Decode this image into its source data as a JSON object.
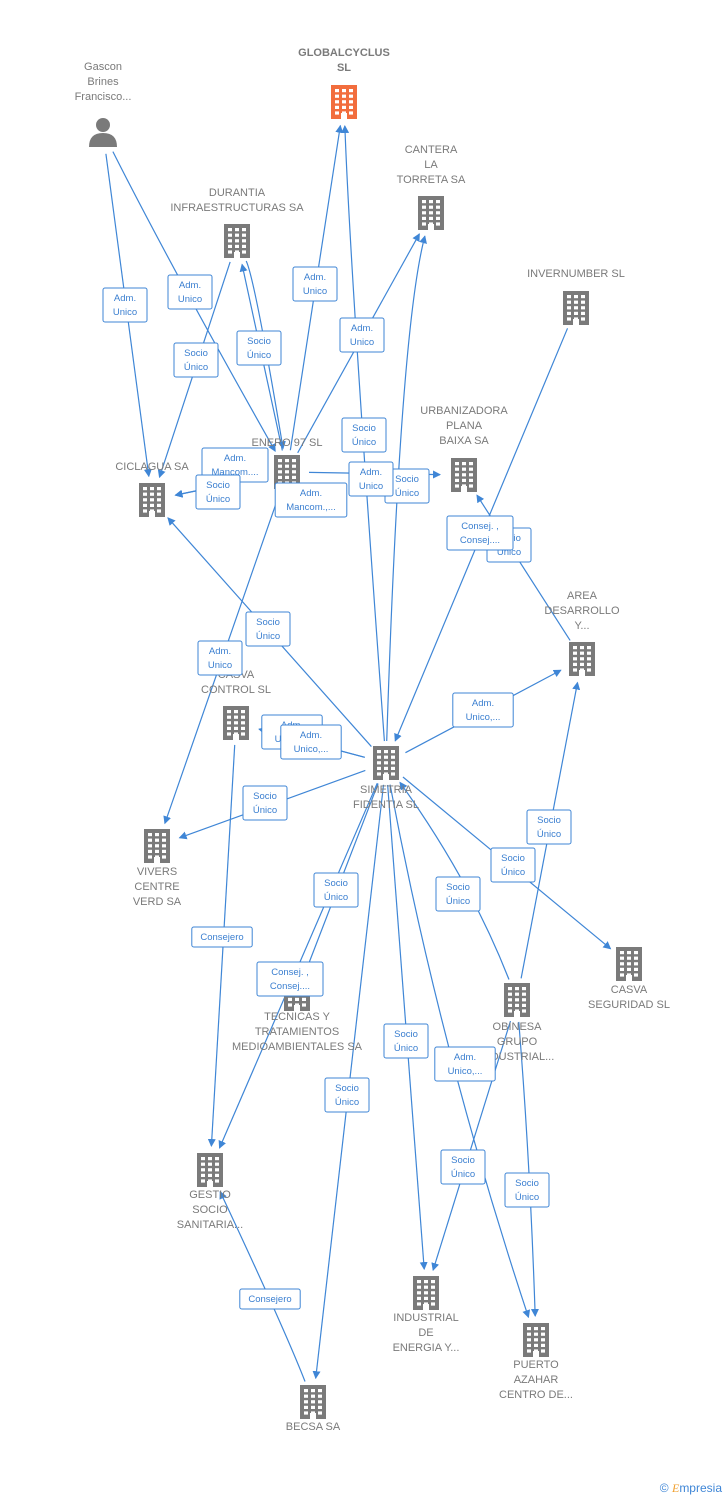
{
  "colors": {
    "edge": "#3f86d6",
    "node": "#7a7a7a",
    "highlight": "#f26d3d"
  },
  "nodes": [
    {
      "id": "globalcyclus",
      "lines": [
        "GLOBALCYCLUS",
        "SL"
      ],
      "icon": "building-icon",
      "highlight": true
    },
    {
      "id": "gascon",
      "lines": [
        "Gascon",
        "Brines",
        "Francisco..."
      ],
      "icon": "person-icon"
    },
    {
      "id": "cantera",
      "lines": [
        "CANTERA",
        "LA",
        "TORRETA SA"
      ],
      "icon": "building-icon"
    },
    {
      "id": "durantia",
      "lines": [
        "DURANTIA",
        "INFRAESTRUCTURAS SA"
      ],
      "icon": "building-icon"
    },
    {
      "id": "invernumber",
      "lines": [
        "INVERNUMBER SL"
      ],
      "icon": "building-icon"
    },
    {
      "id": "urbanizadora",
      "lines": [
        "URBANIZADORA",
        "PLANA",
        "BAIXA SA"
      ],
      "icon": "building-icon"
    },
    {
      "id": "enero97",
      "lines": [
        "ENERO 97  SL"
      ],
      "icon": "building-icon"
    },
    {
      "id": "ciclagua",
      "lines": [
        "CICLAGUA SA"
      ],
      "icon": "building-icon"
    },
    {
      "id": "area",
      "lines": [
        "AREA",
        "DESARROLLO",
        "Y..."
      ],
      "icon": "building-icon"
    },
    {
      "id": "casvacontrol",
      "lines": [
        "CASVA",
        "CONTROL  SL"
      ],
      "icon": "building-icon"
    },
    {
      "id": "simetria",
      "lines": [
        "SIMETRIA",
        "FIDENTIA  SL"
      ],
      "icon": "building-icon"
    },
    {
      "id": "vivers",
      "lines": [
        "VIVERS",
        "CENTRE",
        "VERD SA"
      ],
      "icon": "building-icon"
    },
    {
      "id": "casvaseg",
      "lines": [
        "CASVA",
        "SEGURIDAD SL"
      ],
      "icon": "building-icon"
    },
    {
      "id": "obinesa",
      "lines": [
        "OBINESA",
        "GRUPO",
        "INDUSTRIAL..."
      ],
      "icon": "building-icon"
    },
    {
      "id": "tecnicas",
      "lines": [
        "TECNICAS Y",
        "TRATAMIENTOS",
        "MEDIOAMBIENTALES SA"
      ],
      "icon": "building-icon"
    },
    {
      "id": "gestio",
      "lines": [
        "GESTIO",
        "SOCIO",
        "SANITARIA..."
      ],
      "icon": "building-icon"
    },
    {
      "id": "industrial",
      "lines": [
        "INDUSTRIAL",
        "DE",
        "ENERGIA Y..."
      ],
      "icon": "building-icon"
    },
    {
      "id": "puerto",
      "lines": [
        "PUERTO",
        "AZAHAR",
        "CENTRO DE..."
      ],
      "icon": "building-icon"
    },
    {
      "id": "becsa",
      "lines": [
        "BECSA SA"
      ],
      "icon": "building-icon"
    }
  ],
  "edges": [
    {
      "from": "gascon",
      "to": "ciclagua",
      "label": [
        "Adm.",
        "Unico"
      ]
    },
    {
      "from": "gascon",
      "to": "enero97",
      "label": [
        "Adm.",
        "Unico"
      ]
    },
    {
      "from": "durantia",
      "to": "ciclagua",
      "label": [
        "Socio",
        "Único"
      ]
    },
    {
      "from": "durantia",
      "to": "enero97",
      "label": [
        "Socio",
        "Único"
      ]
    },
    {
      "from": "enero97",
      "to": "globalcyclus",
      "label": [
        "Adm.",
        "Unico"
      ]
    },
    {
      "from": "enero97",
      "to": "cantera",
      "label": [
        "Adm.",
        "Unico"
      ]
    },
    {
      "from": "simetria",
      "to": "globalcyclus",
      "label": [
        "Socio",
        "Único"
      ]
    },
    {
      "from": "simetria",
      "to": "cantera",
      "label": [
        "Socio",
        "Único"
      ]
    },
    {
      "from": "enero97",
      "to": "ciclagua",
      "label": [
        "Adm.",
        "Mancom...."
      ]
    },
    {
      "from": "enero97",
      "to": "ciclagua",
      "label": [
        "Socio",
        "Único"
      ]
    },
    {
      "from": "enero97",
      "to": "durantia",
      "label": [
        "Adm.",
        "Mancom.,..."
      ]
    },
    {
      "from": "enero97",
      "to": "urbanizadora",
      "label": [
        "Adm.",
        "Unico"
      ]
    },
    {
      "from": "area",
      "to": "urbanizadora",
      "label": [
        "Socio",
        "Único"
      ]
    },
    {
      "from": "invernumber",
      "to": "simetria",
      "label": [
        "Consej. ,",
        "Consej...."
      ]
    },
    {
      "from": "simetria",
      "to": "ciclagua",
      "label": [
        "Socio",
        "Único"
      ]
    },
    {
      "from": "enero97",
      "to": "vivers",
      "label": [
        "Adm.",
        "Unico"
      ]
    },
    {
      "from": "simetria",
      "to": "area",
      "label": [
        "Adm.",
        "Unico,..."
      ]
    },
    {
      "from": "simetria",
      "to": "casvacontrol",
      "label": [
        "Adm.",
        "Unico,..."
      ]
    },
    {
      "from": "simetria",
      "to": "casvacontrol",
      "label": [
        "Adm.",
        "Unico,..."
      ]
    },
    {
      "from": "simetria",
      "to": "vivers",
      "label": [
        "Socio",
        "Único"
      ]
    },
    {
      "from": "simetria",
      "to": "casvaseg",
      "label": [
        "Socio",
        "Único"
      ]
    },
    {
      "from": "obinesa",
      "to": "area",
      "label": [
        "Socio",
        "Único"
      ]
    },
    {
      "from": "obinesa",
      "to": "simetria",
      "label": [
        "Socio",
        "Único"
      ]
    },
    {
      "from": "casvacontrol",
      "to": "gestio",
      "label": [
        "Consejero"
      ]
    },
    {
      "from": "simetria",
      "to": "tecnicas",
      "label": [
        "Socio",
        "Único"
      ]
    },
    {
      "from": "simetria",
      "to": "gestio",
      "label": [
        "Consej. ,",
        "Consej...."
      ]
    },
    {
      "from": "simetria",
      "to": "industrial",
      "label": [
        "Socio",
        "Único"
      ]
    },
    {
      "from": "simetria",
      "to": "puerto",
      "label": [
        "Adm.",
        "Unico,..."
      ]
    },
    {
      "from": "simetria",
      "to": "becsa",
      "label": [
        "Socio",
        "Único"
      ]
    },
    {
      "from": "obinesa",
      "to": "industrial",
      "label": [
        "Socio",
        "Único"
      ]
    },
    {
      "from": "obinesa",
      "to": "puerto",
      "label": [
        "Socio",
        "Único"
      ]
    },
    {
      "from": "becsa",
      "to": "gestio",
      "label": [
        "Consejero"
      ]
    }
  ],
  "watermark": {
    "copyright": "©",
    "brand_initial": "E",
    "brand_rest": "mpresia"
  }
}
